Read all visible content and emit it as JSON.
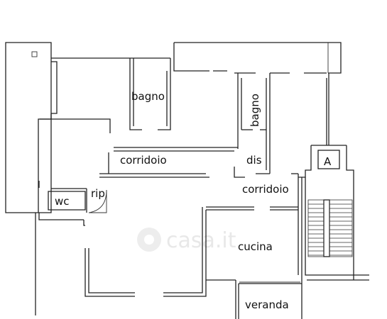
{
  "plan": {
    "rooms": [
      {
        "id": "bagno-left",
        "label": "bagno"
      },
      {
        "id": "bagno-right",
        "label": "bagno"
      },
      {
        "id": "corridoio-left",
        "label": "corridoio"
      },
      {
        "id": "dis",
        "label": "dis"
      },
      {
        "id": "corridoio-right",
        "label": "corridoio"
      },
      {
        "id": "wc",
        "label": "wc"
      },
      {
        "id": "rip",
        "label": "rip"
      },
      {
        "id": "cucina",
        "label": "cucina"
      },
      {
        "id": "veranda",
        "label": "veranda"
      }
    ],
    "elevator_label": "A",
    "watermark": "casa.it"
  }
}
